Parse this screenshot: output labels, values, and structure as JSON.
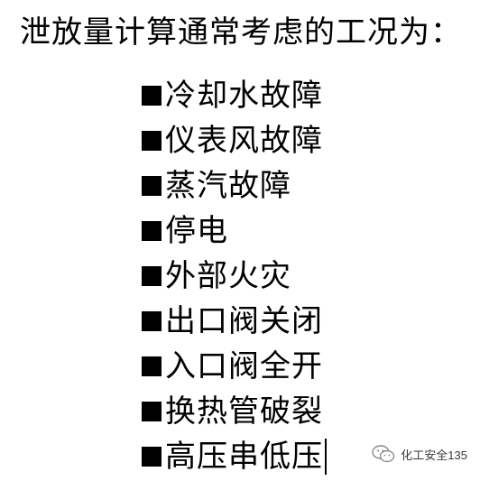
{
  "title": "泄放量计算通常考虑的工况为：",
  "items": [
    "冷却水故障",
    "仪表风故障",
    "蒸汽故障",
    "停电",
    "外部火灾",
    "出口阀关闭",
    "入口阀全开",
    "换热管破裂",
    "高压串低压"
  ],
  "watermark": {
    "text": "化工安全135",
    "icon": "wechat-icon"
  },
  "colors": {
    "text": "#000000",
    "background": "#ffffff",
    "watermark": "#3a3a3a"
  }
}
